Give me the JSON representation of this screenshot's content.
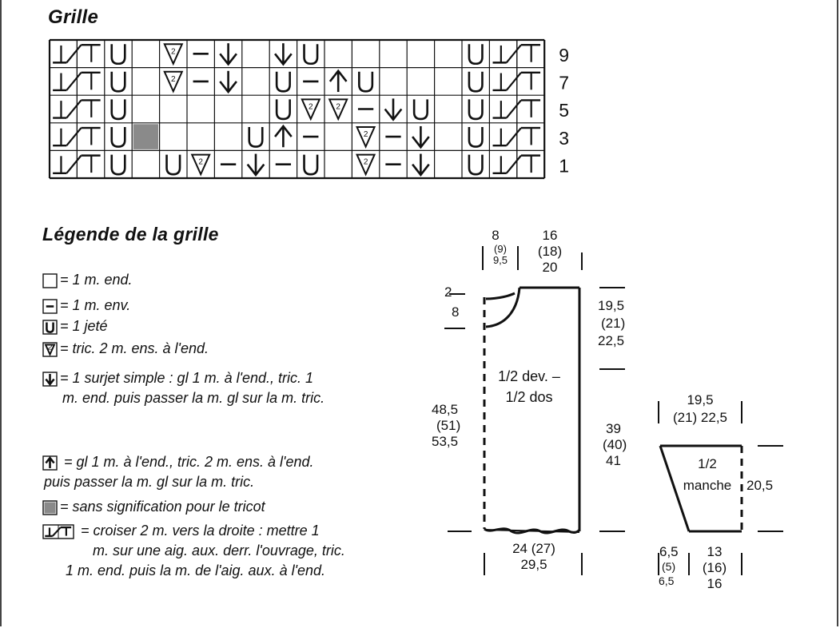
{
  "grid": {
    "title": "Grille",
    "row_numbers": [
      "9",
      "7",
      "5",
      "3",
      "1"
    ],
    "rows": [
      [
        "cross",
        "cross",
        "U",
        "",
        "k2tog",
        "P",
        "ssk",
        "",
        "ssk",
        "U",
        "",
        "",
        "",
        "",
        "",
        "U",
        "cross",
        "cross"
      ],
      [
        "cross",
        "cross",
        "U",
        "",
        "k2tog",
        "P",
        "ssk",
        "",
        "U",
        "P",
        "s2k",
        "U",
        "",
        "",
        "",
        "U",
        "cross",
        "cross"
      ],
      [
        "cross",
        "cross",
        "U",
        "",
        "",
        "",
        "",
        "",
        "U",
        "k2tog",
        "k2tog",
        "P",
        "ssk",
        "U",
        "",
        "U",
        "cross",
        "cross"
      ],
      [
        "cross",
        "cross",
        "U",
        "gray",
        "",
        "",
        "",
        "U",
        "s2k",
        "P",
        "",
        "k2tog",
        "P",
        "ssk",
        "",
        "U",
        "cross",
        "cross"
      ],
      [
        "cross",
        "cross",
        "U",
        "",
        "U",
        "k2tog",
        "P",
        "ssk",
        "P",
        "U",
        "",
        "k2tog",
        "P",
        "ssk",
        "",
        "U",
        "cross",
        "cross"
      ]
    ]
  },
  "legend": {
    "title": "Légende de la grille",
    "items": [
      {
        "symbol": "empty",
        "text": "= 1 m. end."
      },
      {
        "symbol": "P",
        "text": "= 1 m. env."
      },
      {
        "symbol": "U",
        "text": "= 1 jeté"
      },
      {
        "symbol": "k2tog",
        "text": "= tric. 2 m. ens. à l'end."
      },
      {
        "symbol": "ssk",
        "text": "= 1 surjet simple : gl 1 m. à l'end., tric. 1",
        "cont": "m. end. puis passer la m. gl sur la m. tric."
      },
      {
        "symbol": "s2k",
        "text": " = gl 1 m. à l'end., tric. 2 m. ens. à l'end.",
        "cont": "puis passer la m. gl sur la m. tric."
      },
      {
        "symbol": "gray",
        "text": "= sans signification pour le tricot"
      },
      {
        "symbol": "cross",
        "text": " = croiser 2 m. vers la droite : mettre 1",
        "cont": "m. sur une aig. aux. derr. l'ouvrage, tric.",
        "cont2": "1 m. end. puis la m. de l'aig. aux. à l'end."
      }
    ]
  },
  "body_panel": {
    "top_left": {
      "a": "8",
      "b": "(9)",
      "c": "9,5"
    },
    "top_right": {
      "a": "16",
      "b": "(18)",
      "c": "20"
    },
    "neck": {
      "a": "2",
      "b": "8"
    },
    "label1": "1/2 dev. –",
    "label2": "1/2 dos",
    "right_upper": {
      "a": "19,5",
      "b": "(21)",
      "c": "22,5"
    },
    "left_height": {
      "a": "48,5",
      "b": "(51)",
      "c": "53,5"
    },
    "right_lower": {
      "a": "39",
      "b": "(40)",
      "c": "41"
    },
    "bottom": {
      "a": "24 (27)",
      "b": "29,5"
    }
  },
  "sleeve": {
    "top": {
      "a": "19,5",
      "b": "(21) 22,5"
    },
    "label1": "1/2",
    "label2": "manche",
    "height": "20,5",
    "bottom_left": {
      "a": "6,5",
      "b": "(5)",
      "c": "6,5"
    },
    "bottom_right": {
      "a": "13",
      "b": "(16)",
      "c": "16"
    }
  }
}
